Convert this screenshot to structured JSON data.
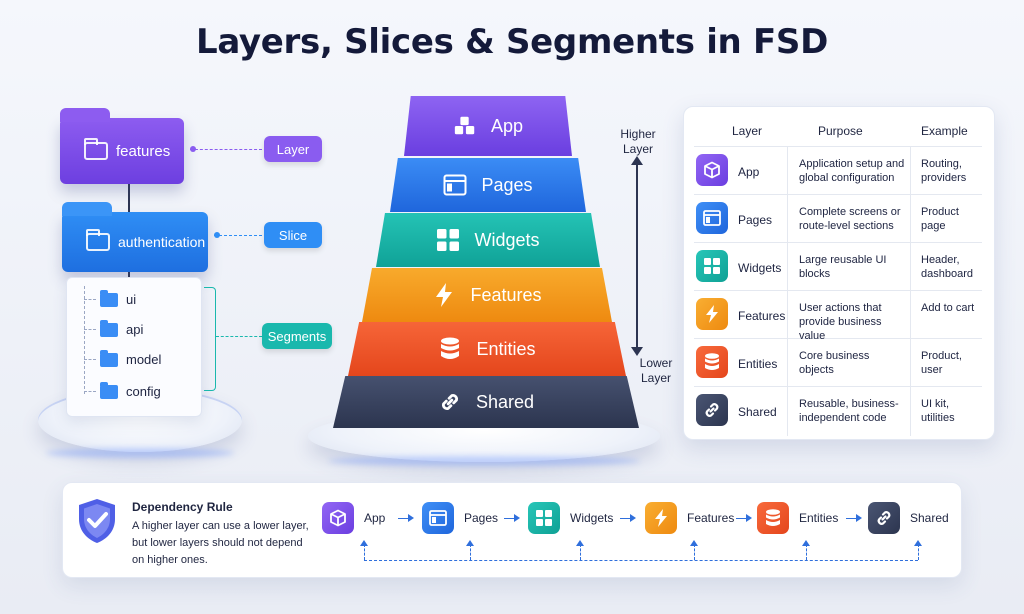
{
  "title": "Layers, Slices & Segments in FSD",
  "folder_tree": {
    "layer_folder": "features",
    "slice_folder": "authentication",
    "segments": [
      "ui",
      "api",
      "model",
      "config"
    ],
    "labels": {
      "layer": "Layer",
      "slice": "Slice",
      "segments": "Segments"
    }
  },
  "pyramid": {
    "tiers": [
      {
        "label": "App",
        "icon": "cubes-icon",
        "color": "#6f44e3"
      },
      {
        "label": "Pages",
        "icon": "window-icon",
        "color": "#2a78ea"
      },
      {
        "label": "Widgets",
        "icon": "grid-icon",
        "color": "#17b3a6"
      },
      {
        "label": "Features",
        "icon": "lightning-icon",
        "color": "#f29a1c"
      },
      {
        "label": "Entities",
        "icon": "database-icon",
        "color": "#ef5428"
      },
      {
        "label": "Shared",
        "icon": "link-icon",
        "color": "#3a4563"
      }
    ],
    "higher_label": "Higher Layer",
    "lower_label": "Lower Layer"
  },
  "table": {
    "headers": [
      "Layer",
      "Purpose",
      "Example"
    ],
    "rows": [
      {
        "layer": "App",
        "purpose": "Application setup and global configuration",
        "example": "Routing, providers"
      },
      {
        "layer": "Pages",
        "purpose": "Complete screens or route-level sections",
        "example": "Product page"
      },
      {
        "layer": "Widgets",
        "purpose": "Large reusable UI blocks",
        "example": "Header, dashboard"
      },
      {
        "layer": "Features",
        "purpose": "User actions that provide business value",
        "example": "Add to cart"
      },
      {
        "layer": "Entities",
        "purpose": "Core business objects",
        "example": "Product, user"
      },
      {
        "layer": "Shared",
        "purpose": "Reusable, business-independent code",
        "example": "UI kit, utilities"
      }
    ]
  },
  "dependency_rule": {
    "title": "Dependency Rule",
    "text": "A higher layer can use a lower layer, but lower layers should not depend on higher ones.",
    "chain": [
      "App",
      "Pages",
      "Widgets",
      "Features",
      "Entities",
      "Shared"
    ]
  }
}
